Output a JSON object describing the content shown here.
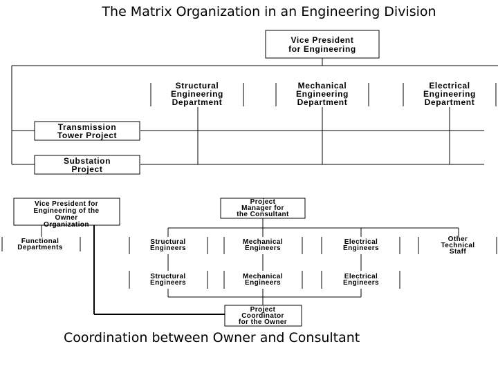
{
  "titles": {
    "top": "The Matrix Organization in an Engineering Division",
    "bottom": "Coordination between Owner and Consultant"
  },
  "matrix": {
    "vp": [
      "Vice President",
      "for Engineering"
    ],
    "depts": {
      "structural": [
        "Structural",
        "Engineering",
        "Department"
      ],
      "mechanical": [
        "Mechanical",
        "Engineering",
        "Department"
      ],
      "electrical": [
        "Electrical",
        "Engineering",
        "Department"
      ]
    },
    "projects": {
      "tower": [
        "Transmission",
        "Tower Project"
      ],
      "substation": [
        "Substation",
        "Project"
      ]
    }
  },
  "coordination": {
    "owner_vp": [
      "Vice President for",
      "Engineering of the",
      "Owner",
      "Organization"
    ],
    "functional": [
      "Functional",
      "Departments"
    ],
    "pm": [
      "Project",
      "Manager for",
      "the Consultant"
    ],
    "structural_upper": [
      "Structural",
      "Engineers"
    ],
    "mechanical_upper": [
      "Mechanical",
      "Engineers"
    ],
    "electrical_upper": [
      "Electrical",
      "Engineers"
    ],
    "other_staff": [
      "Other",
      "Technical",
      "Staff"
    ],
    "structural_lower": [
      "Structural",
      "Engineers"
    ],
    "mechanical_lower": [
      "Mechanical",
      "Engineers"
    ],
    "electrical_lower": [
      "Electrical",
      "Engineers"
    ],
    "coordinator": [
      "Project",
      "Coordinator",
      "for the Owner"
    ]
  }
}
